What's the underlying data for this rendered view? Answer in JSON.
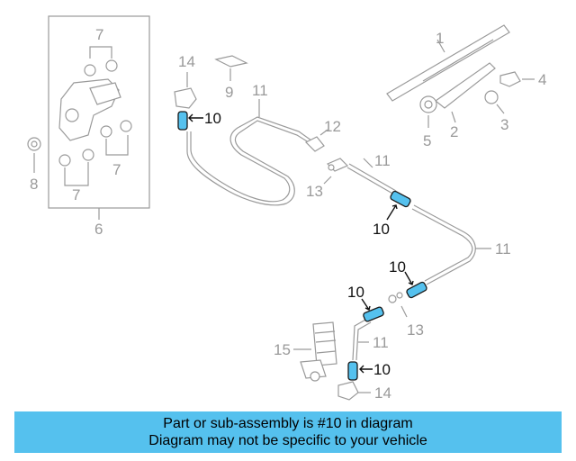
{
  "callouts": {
    "c1": "1",
    "c2": "2",
    "c3": "3",
    "c4": "4",
    "c5": "5",
    "c6": "6",
    "c7a": "7",
    "c7b": "7",
    "c7c": "7",
    "c8": "8",
    "c9": "9",
    "c11a": "11",
    "c11b": "11",
    "c11c": "11",
    "c11d": "11",
    "c12": "12",
    "c13a": "13",
    "c13b": "13",
    "c14a": "14",
    "c14b": "14",
    "c15": "15"
  },
  "highlighted": {
    "label_a": "10",
    "label_b": "10",
    "label_c": "10",
    "label_d": "10",
    "label_e": "10"
  },
  "banner": {
    "line1": "Part or sub-assembly is #10 in diagram",
    "line2": "Diagram may not be specific to your vehicle"
  },
  "colors": {
    "highlight": "#55c1ee",
    "linework": "#9a9a9a",
    "banner": "#55c1ee"
  }
}
